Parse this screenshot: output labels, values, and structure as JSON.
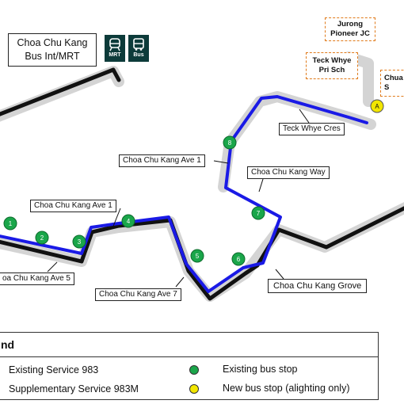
{
  "title": "Choa Chu Kang\nBus Int/MRT",
  "icons": {
    "mrt_label": "MRT",
    "bus_label": "Bus",
    "mrt_icon": "train-icon",
    "bus_icon": "bus-icon"
  },
  "landmarks": {
    "jurong_pioneer": "Jurong\nPioneer JC",
    "teck_whye_pri": "Teck Whye\nPri Sch",
    "chua_partial": "Chua\nS"
  },
  "roads": {
    "teck_whye_cres": "Teck Whye Cres",
    "cck_ave1_top": "Choa Chu Kang Ave 1",
    "cck_way": "Choa Chu Kang Way",
    "cck_ave1_left": "Choa Chu Kang Ave 1",
    "cck_ave5": "oa Chu Kang Ave 5",
    "cck_ave7": "Choa Chu Kang Ave 7",
    "cck_grove": "Choa Chu Kang Grove"
  },
  "stops": [
    "1",
    "2",
    "3",
    "4",
    "5",
    "6",
    "7",
    "8"
  ],
  "new_stop": "A",
  "legend": {
    "heading": "nd",
    "existing_service": "Existing Service 983",
    "supplementary_service": "Supplementary Service 983M",
    "existing_stop": "Existing bus stop",
    "new_stop": "New bus stop (alighting only)"
  },
  "colors": {
    "existing_route": "#111111",
    "supplementary_route": "#1a1ae6",
    "road_casing": "#d4d4d4",
    "existing_stop": "#1aa64a",
    "new_stop": "#f2e600",
    "landmark_border": "#e07a1a",
    "icon_bg": "#0d3b3a"
  }
}
